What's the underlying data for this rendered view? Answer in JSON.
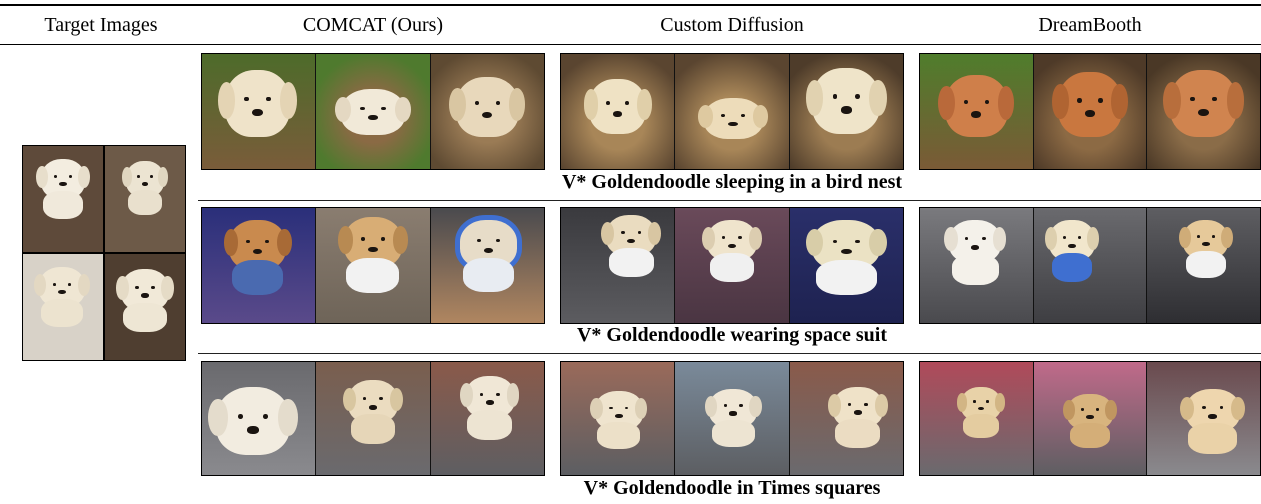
{
  "header": {
    "target": "Target Images",
    "comcat": "COMCAT (Ours)",
    "custom_diffusion": "Custom Diffusion",
    "dreambooth": "DreamBooth"
  },
  "rows": [
    {
      "caption": "V* Goldendoodle sleeping in a bird nest"
    },
    {
      "caption": "V* Goldendoodle wearing space suit"
    },
    {
      "caption": "V* Goldendoodle in Times squares"
    }
  ],
  "colors": {
    "nest_bg": "#6b5233",
    "grass_bg": "#5a7a2e",
    "space_bg": "#2a2f7a",
    "street_bg": "#5c5e62",
    "city_bg": "#8a5a4a",
    "cream_fur": "#efe6d3",
    "apricot_fur": "#c9773f",
    "suit_white": "#f2f2f2",
    "suit_blue": "#3f6fd0",
    "floor_wood": "#5e4a3a"
  }
}
